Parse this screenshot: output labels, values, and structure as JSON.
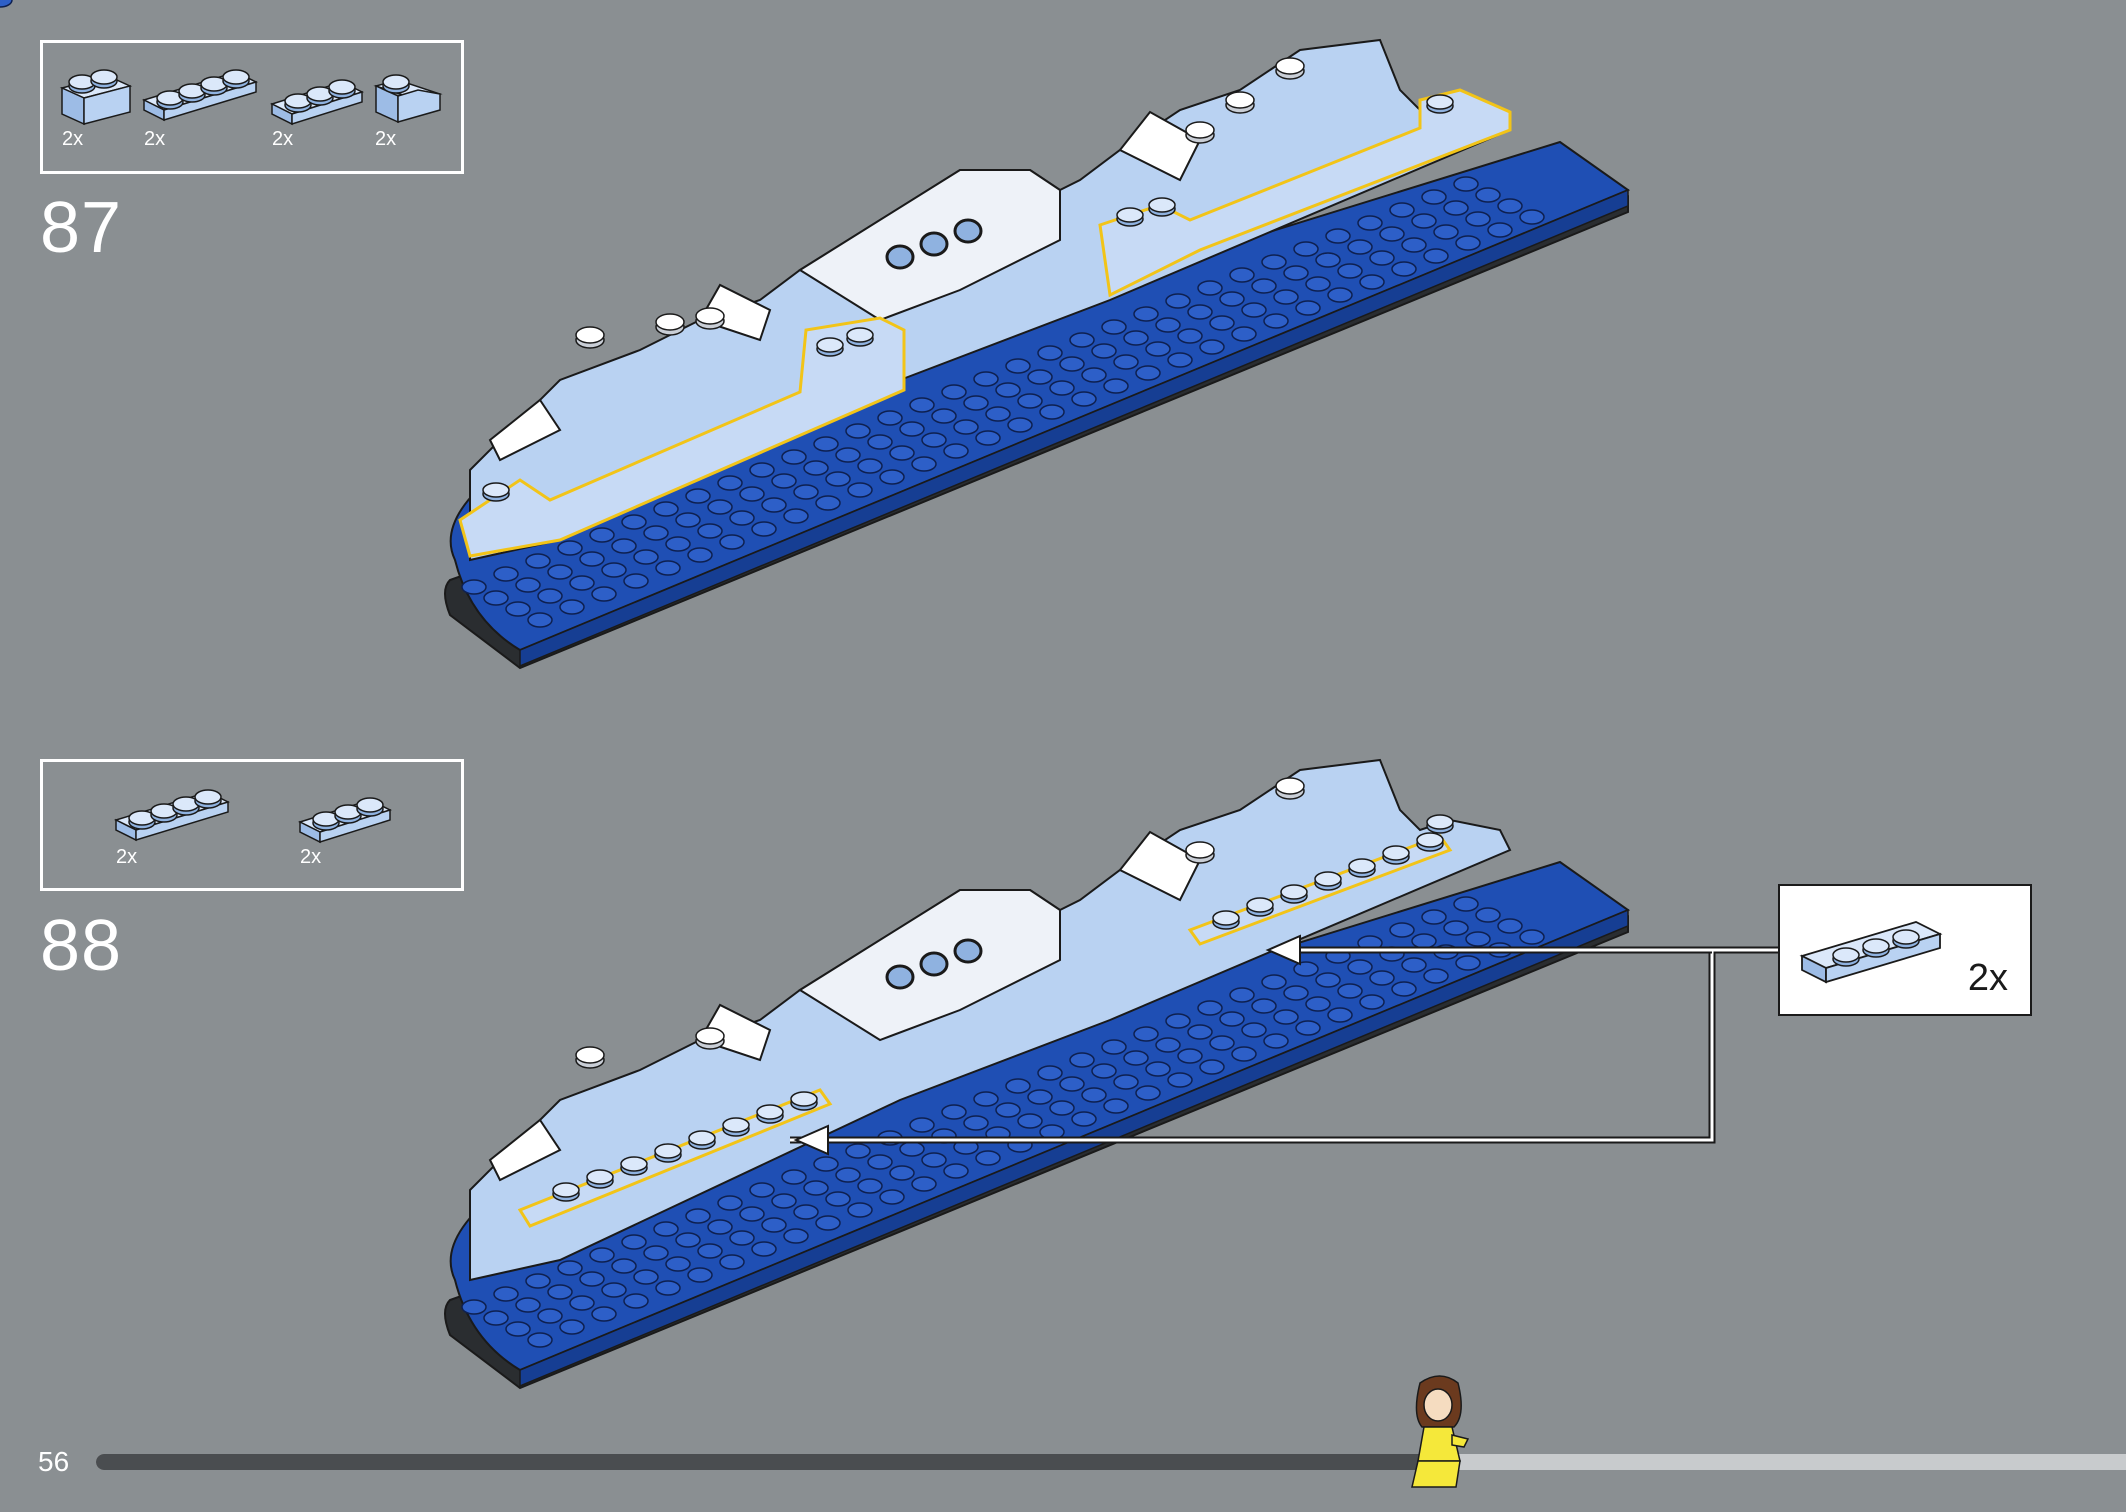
{
  "page": {
    "number": "56"
  },
  "steps": [
    {
      "number": "87",
      "parts": [
        {
          "icon": "brick-1x2-light-blue-icon",
          "qty": "2x"
        },
        {
          "icon": "plate-1x4-light-blue-icon",
          "qty": "2x"
        },
        {
          "icon": "plate-1x3-light-blue-icon",
          "qty": "2x"
        },
        {
          "icon": "slope-brick-light-blue-icon",
          "qty": "2x"
        }
      ]
    },
    {
      "number": "88",
      "parts": [
        {
          "icon": "plate-1x4-light-blue-icon",
          "qty": "2x"
        },
        {
          "icon": "plate-1x3-light-blue-icon",
          "qty": "2x"
        }
      ],
      "callout": {
        "icon": "plate-1x3-light-blue-icon",
        "qty": "2x"
      }
    }
  ],
  "progress": {
    "fraction": 0.66
  },
  "colors": {
    "background": "#8a8f92",
    "base_blue": "#1f4fb4",
    "light_blue": "#b9d2f2",
    "highlight": "#f2c418",
    "progress_done": "#4a4d50",
    "progress_todo": "#c8cbcd"
  }
}
